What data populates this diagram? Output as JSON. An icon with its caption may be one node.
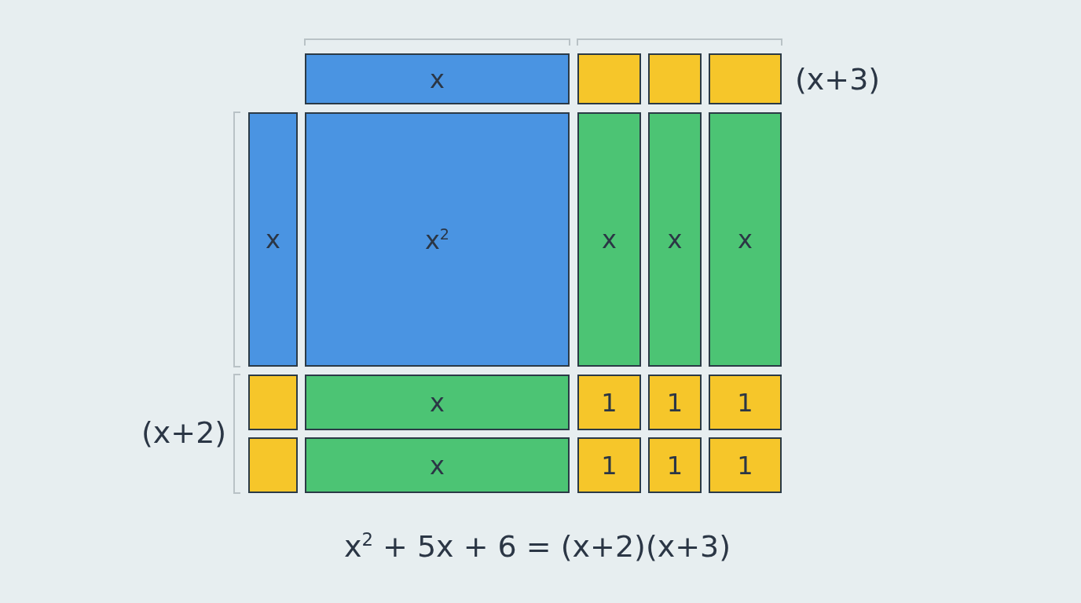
{
  "diagram": {
    "caption": "x$^{2}$ + 5x + 6 = (x+2)(x+3)",
    "nodes": [
      {
        "text": [
          "x"
        ]
      },
      {
        "text": [],
        "shape": "box"
      },
      {
        "text": [],
        "shape": "box"
      },
      {
        "text": [],
        "shape": "box"
      },
      {
        "text": [
          "x"
        ]
      },
      {
        "text": [
          "x$^{2}$"
        ]
      },
      {
        "text": [
          "x"
        ]
      },
      {
        "text": [
          "x"
        ]
      },
      {
        "text": [
          "x"
        ]
      },
      {
        "text": [],
        "shape": "box"
      },
      {
        "text": [
          "x"
        ]
      },
      {
        "text": [
          "1"
        ]
      },
      {
        "text": [
          "1"
        ]
      },
      {
        "text": [
          "1"
        ]
      },
      {
        "text": [],
        "shape": "box"
      },
      {
        "text": [
          "x"
        ]
      },
      {
        "text": [
          "1"
        ]
      },
      {
        "text": [
          "1"
        ]
      },
      {
        "text": [
          "1"
        ]
      }
    ],
    "labels": [
      "(x+3)",
      "(x+2)"
    ]
  }
}
